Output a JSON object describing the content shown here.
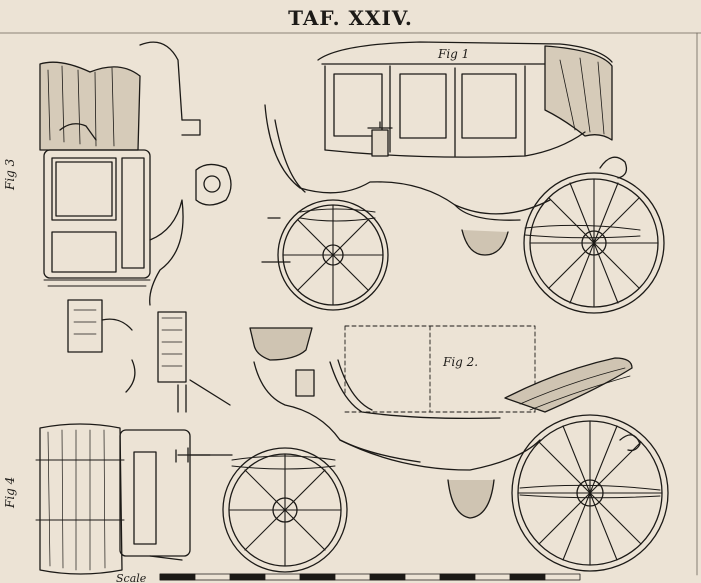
{
  "plate": {
    "title": "TAF. XXIV.",
    "paper_color": "#ece3d5",
    "ink_color": "#1c1a17"
  },
  "figures": {
    "fig1": "Fig 1",
    "fig2": "Fig 2.",
    "fig3": "Fig 3",
    "fig4": "Fig 4"
  },
  "scale_label": "Scale"
}
